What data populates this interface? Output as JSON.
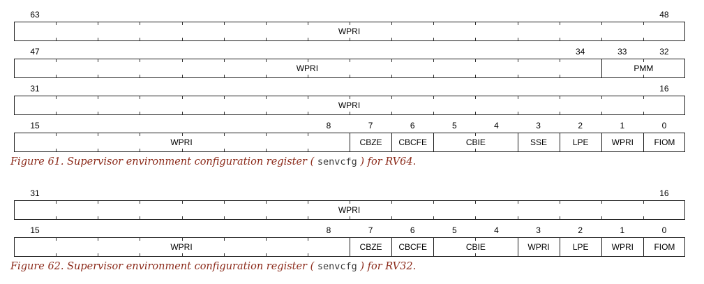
{
  "figures": [
    {
      "caption": {
        "prefix": "Figure 61. Supervisor environment configuration register (",
        "code": "senvcfg",
        "suffix": ") for RV64."
      },
      "rows": [
        {
          "bits": [
            {
              "label": "63",
              "pos": 63
            },
            {
              "label": "48",
              "pos": 48
            }
          ],
          "fields": [
            {
              "name": "WPRI",
              "hi": 63,
              "lo": 48
            }
          ]
        },
        {
          "bits": [
            {
              "label": "47",
              "pos": 47
            },
            {
              "label": "34",
              "pos": 34
            },
            {
              "label": "33",
              "pos": 33
            },
            {
              "label": "32",
              "pos": 32
            }
          ],
          "fields": [
            {
              "name": "WPRI",
              "hi": 47,
              "lo": 34
            },
            {
              "name": "PMM",
              "hi": 33,
              "lo": 32
            }
          ]
        },
        {
          "bits": [
            {
              "label": "31",
              "pos": 31
            },
            {
              "label": "16",
              "pos": 16
            }
          ],
          "fields": [
            {
              "name": "WPRI",
              "hi": 31,
              "lo": 16
            }
          ]
        },
        {
          "bits": [
            {
              "label": "15",
              "pos": 15
            },
            {
              "label": "8",
              "pos": 8
            },
            {
              "label": "7",
              "pos": 7
            },
            {
              "label": "6",
              "pos": 6
            },
            {
              "label": "5",
              "pos": 5
            },
            {
              "label": "4",
              "pos": 4
            },
            {
              "label": "3",
              "pos": 3
            },
            {
              "label": "2",
              "pos": 2
            },
            {
              "label": "1",
              "pos": 1
            },
            {
              "label": "0",
              "pos": 0
            }
          ],
          "fields": [
            {
              "name": "WPRI",
              "hi": 15,
              "lo": 8
            },
            {
              "name": "CBZE",
              "hi": 7,
              "lo": 7
            },
            {
              "name": "CBCFE",
              "hi": 6,
              "lo": 6
            },
            {
              "name": "CBIE",
              "hi": 5,
              "lo": 4
            },
            {
              "name": "SSE",
              "hi": 3,
              "lo": 3
            },
            {
              "name": "LPE",
              "hi": 2,
              "lo": 2
            },
            {
              "name": "WPRI",
              "hi": 1,
              "lo": 1
            },
            {
              "name": "FIOM",
              "hi": 0,
              "lo": 0
            }
          ]
        }
      ]
    },
    {
      "caption": {
        "prefix": "Figure 62. Supervisor environment configuration register (",
        "code": "senvcfg",
        "suffix": ") for RV32."
      },
      "rows": [
        {
          "bits": [
            {
              "label": "31",
              "pos": 31
            },
            {
              "label": "16",
              "pos": 16
            }
          ],
          "fields": [
            {
              "name": "WPRI",
              "hi": 31,
              "lo": 16
            }
          ]
        },
        {
          "bits": [
            {
              "label": "15",
              "pos": 15
            },
            {
              "label": "8",
              "pos": 8
            },
            {
              "label": "7",
              "pos": 7
            },
            {
              "label": "6",
              "pos": 6
            },
            {
              "label": "5",
              "pos": 5
            },
            {
              "label": "4",
              "pos": 4
            },
            {
              "label": "3",
              "pos": 3
            },
            {
              "label": "2",
              "pos": 2
            },
            {
              "label": "1",
              "pos": 1
            },
            {
              "label": "0",
              "pos": 0
            }
          ],
          "fields": [
            {
              "name": "WPRI",
              "hi": 15,
              "lo": 8
            },
            {
              "name": "CBZE",
              "hi": 7,
              "lo": 7
            },
            {
              "name": "CBCFE",
              "hi": 6,
              "lo": 6
            },
            {
              "name": "CBIE",
              "hi": 5,
              "lo": 4
            },
            {
              "name": "WPRI",
              "hi": 3,
              "lo": 3
            },
            {
              "name": "LPE",
              "hi": 2,
              "lo": 2
            },
            {
              "name": "WPRI",
              "hi": 1,
              "lo": 1
            },
            {
              "name": "FIOM",
              "hi": 0,
              "lo": 0
            }
          ]
        }
      ]
    }
  ]
}
